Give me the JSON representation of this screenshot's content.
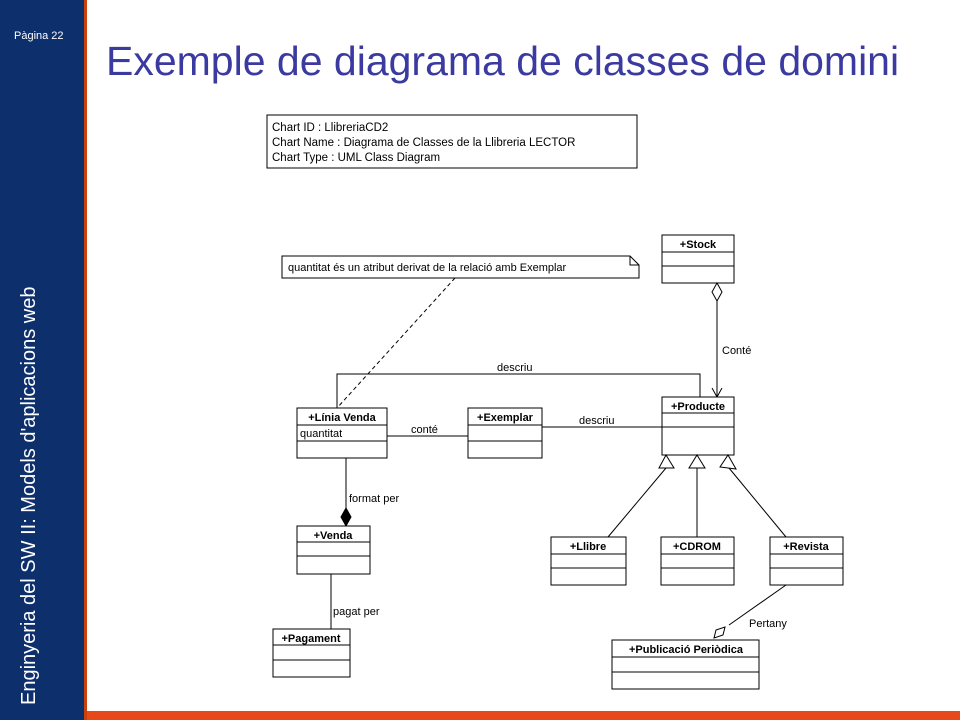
{
  "page_number": "Pàgina 22",
  "sidebar_text": "Enginyeria del SW II: Models d'aplicacions web",
  "title": "Exemple de diagrama de classes de domini",
  "chart_info": {
    "id": "Chart ID : LlibreriaCD2",
    "name": "Chart Name : Diagrama de Classes de la Llibreria LECTOR",
    "type": "Chart Type : UML Class Diagram"
  },
  "note": "quantitat és un atribut derivat de la relació amb Exemplar",
  "classes": {
    "stock": "+Stock",
    "producte": "+Producte",
    "linia_venda": "+Línia Venda",
    "linia_venda_attr": "quantitat",
    "exemplar": "+Exemplar",
    "venda": "+Venda",
    "pagament": "+Pagament",
    "llibre": "+Llibre",
    "cdrom": "+CDROM",
    "revista": "+Revista",
    "publicacio": "+Publicació Periòdica"
  },
  "relations": {
    "conte_stock": "Conté",
    "descriu_top": "descriu",
    "descriu_right": "descriu",
    "conte_linia": "conté",
    "format_per": "format per",
    "pagat_per": "pagat per",
    "pertany": "Pertany"
  },
  "colors": {
    "sidebar": "#0d2f6b",
    "accent": "#e8491a",
    "title": "#3a3aa0"
  }
}
